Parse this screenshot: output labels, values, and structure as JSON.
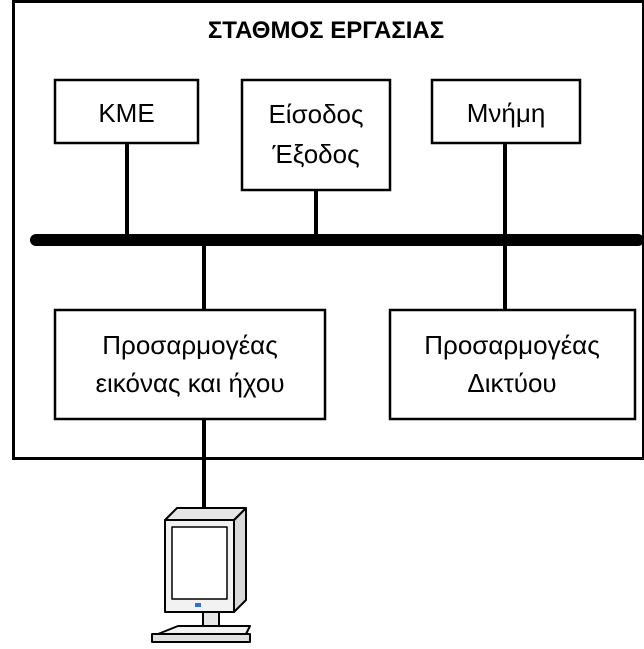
{
  "workstation": {
    "title": "ΣΤΑΘΜΟΣ ΕΡΓΑΣΙΑΣ"
  },
  "components": {
    "cpu": {
      "label": "ΚΜΕ"
    },
    "io": {
      "line1": "Είσοδος",
      "line2": "Έξοδος"
    },
    "memory": {
      "label": "Μνήμη"
    },
    "av_adapter": {
      "line1": "Προσαρμογέας",
      "line2": "εικόνας και ήχου"
    },
    "net_adapter": {
      "line1": "Προσαρμογέας",
      "line2": "Δικτύου"
    }
  },
  "colors": {
    "stroke": "#000000",
    "background": "#ffffff",
    "monitor_body": "#f2f2f2",
    "monitor_screen": "#ffffff",
    "monitor_led": "#2e6fd8"
  },
  "icons": {
    "monitor": "monitor-icon"
  }
}
